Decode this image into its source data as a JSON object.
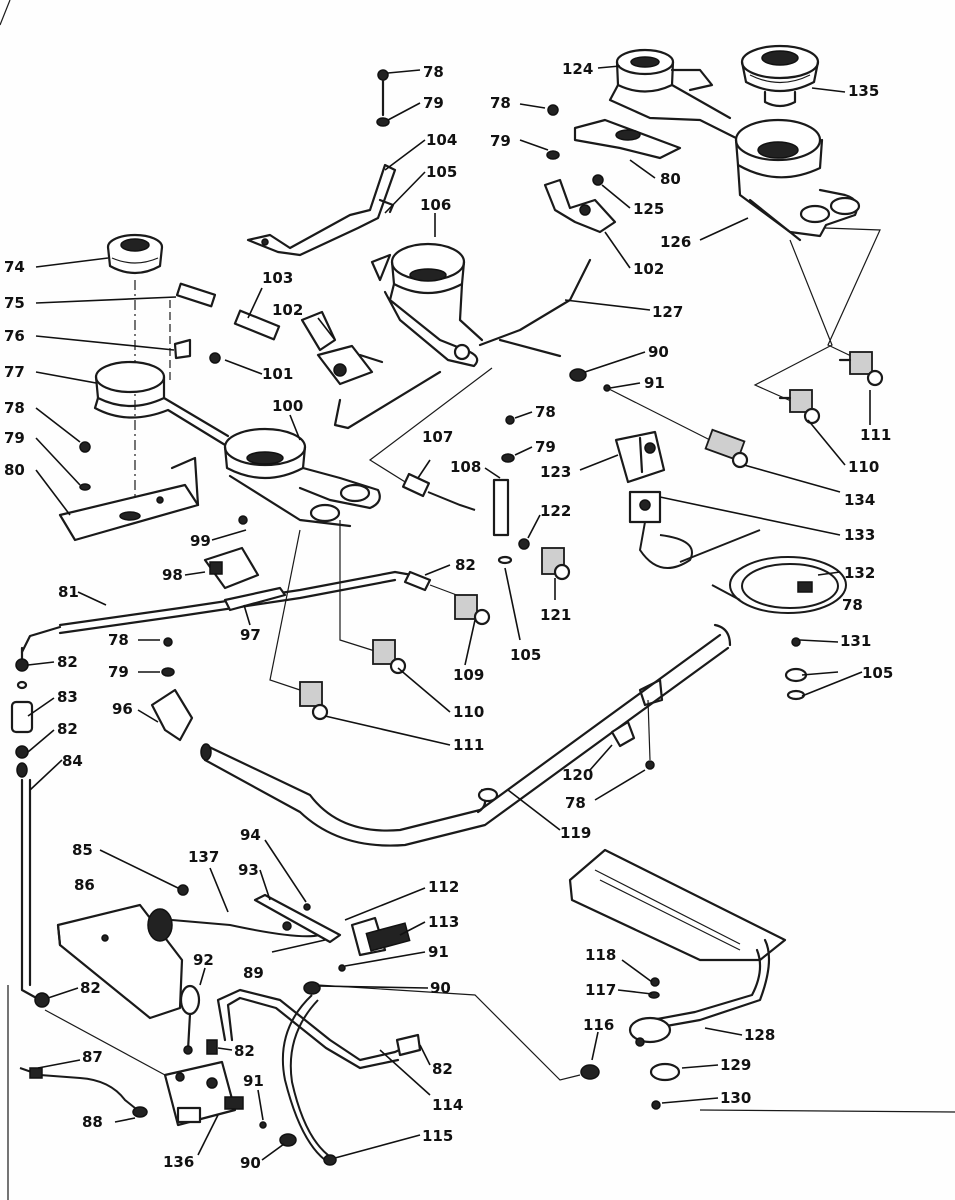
{
  "callouts": {
    "c74": "74",
    "c75": "75",
    "c76": "76",
    "c77": "77",
    "c78a": "78",
    "c79a": "79",
    "c80a": "80",
    "c78b": "78",
    "c79b": "79",
    "c104": "104",
    "c105a": "105",
    "c106": "106",
    "c103": "103",
    "c102a": "102",
    "c101": "101",
    "c100": "100",
    "c78c": "78",
    "c79c": "79",
    "c124": "124",
    "c135": "135",
    "c80b": "80",
    "c125": "125",
    "c126": "126",
    "c102b": "102",
    "c127": "127",
    "c90a": "90",
    "c91a": "91",
    "c111a": "111",
    "c110a": "110",
    "c134": "134",
    "c78d": "78",
    "c79d": "79",
    "c107": "107",
    "c108": "108",
    "c123": "123",
    "c122": "122",
    "c133": "133",
    "c121": "121",
    "c105b": "105",
    "c132": "132",
    "c99": "99",
    "c98": "98",
    "c82a": "82",
    "c81": "81",
    "c97": "97",
    "c78e": "78",
    "c79e": "79",
    "c82b": "82",
    "c83": "83",
    "c82c": "82",
    "c84": "84",
    "c96": "96",
    "c109": "109",
    "c110b": "110",
    "c111b": "111",
    "c78f": "78",
    "c131": "131",
    "c105c": "105",
    "c120": "120",
    "c78g": "78",
    "c119": "119",
    "c85": "85",
    "c137": "137",
    "c94": "94",
    "c93": "93",
    "c112": "112",
    "c86": "86",
    "c113": "113",
    "c89": "89",
    "c91b": "91",
    "c92": "92",
    "c90b": "90",
    "c82d": "82",
    "c118": "118",
    "c117": "117",
    "c116": "116",
    "c128": "128",
    "c129": "129",
    "c130": "130",
    "c82e": "82",
    "c82f": "82",
    "c87": "87",
    "c88": "88",
    "c91c": "91",
    "c114": "114",
    "c115": "115",
    "c136": "136",
    "c90c": "90"
  }
}
